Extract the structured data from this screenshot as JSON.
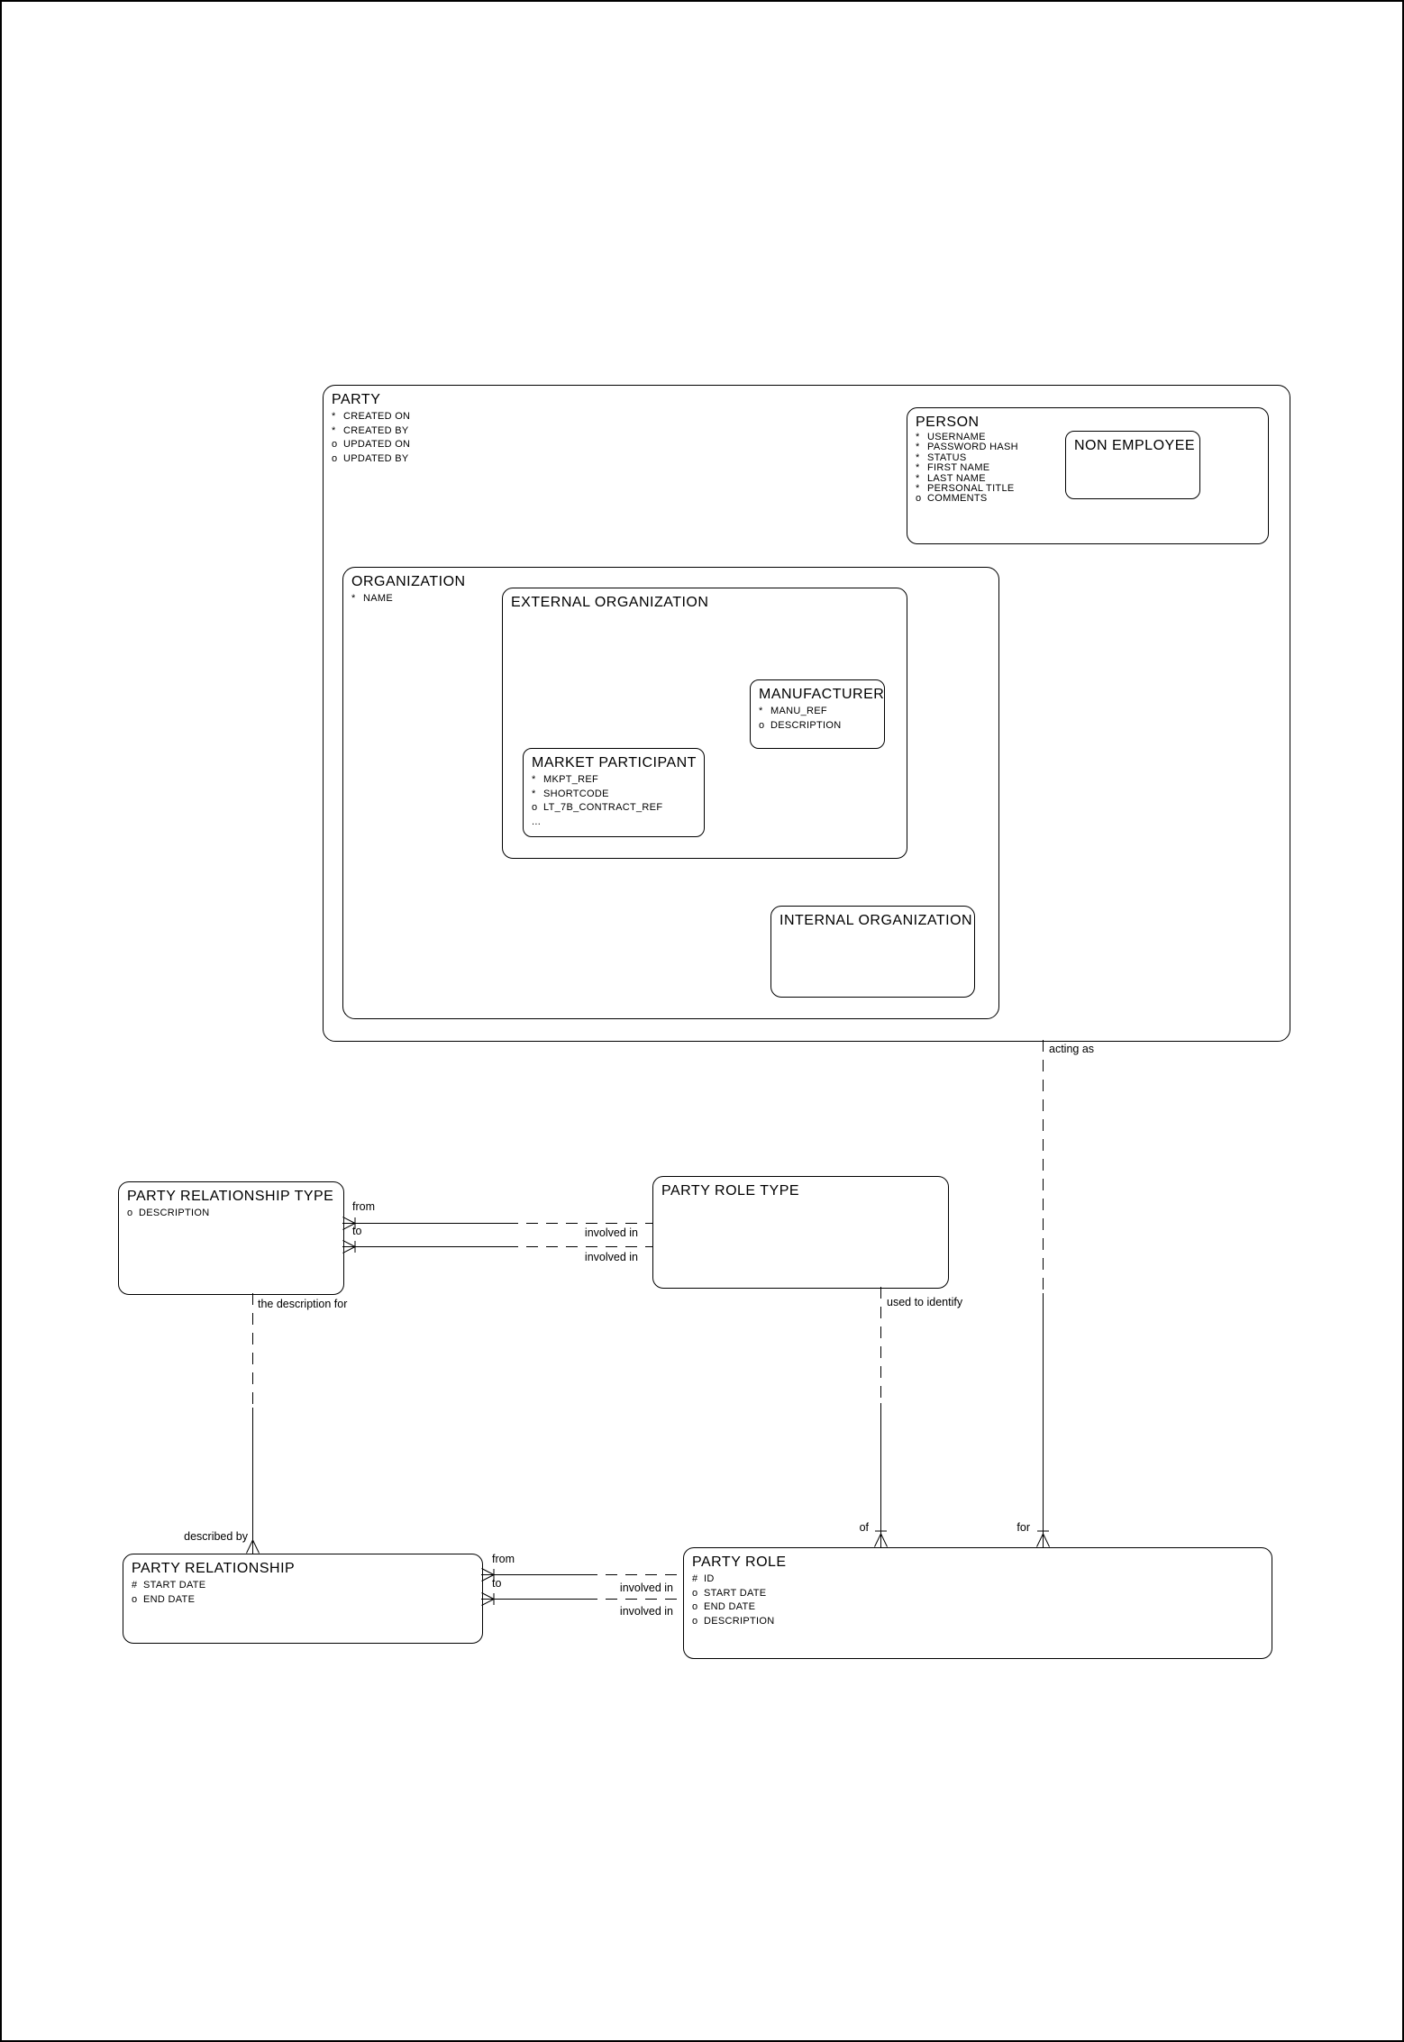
{
  "diagram": {
    "notation": "barker-crow-foot-erd",
    "entities": {
      "party": {
        "title": "PARTY",
        "attributes": [
          {
            "p": "*",
            "n": "CREATED ON"
          },
          {
            "p": "*",
            "n": "CREATED BY"
          },
          {
            "p": "o",
            "n": "UPDATED ON"
          },
          {
            "p": "o",
            "n": "UPDATED BY"
          }
        ]
      },
      "person": {
        "title": "PERSON",
        "attributes": [
          {
            "p": "*",
            "n": "USERNAME"
          },
          {
            "p": "*",
            "n": "PASSWORD HASH"
          },
          {
            "p": "*",
            "n": "STATUS"
          },
          {
            "p": "*",
            "n": "FIRST NAME"
          },
          {
            "p": "*",
            "n": "LAST NAME"
          },
          {
            "p": "*",
            "n": "PERSONAL TITLE"
          },
          {
            "p": "o",
            "n": "COMMENTS"
          }
        ]
      },
      "non_employee": {
        "title": "NON EMPLOYEE",
        "attributes": []
      },
      "organization": {
        "title": "ORGANIZATION",
        "attributes": [
          {
            "p": "*",
            "n": "NAME"
          }
        ]
      },
      "external_organization": {
        "title": "EXTERNAL ORGANIZATION",
        "attributes": []
      },
      "manufacturer": {
        "title": "MANUFACTURER",
        "attributes": [
          {
            "p": "*",
            "n": "MANU_REF"
          },
          {
            "p": "o",
            "n": "DESCRIPTION"
          }
        ]
      },
      "market_participant": {
        "title": "MARKET PARTICIPANT",
        "attributes": [
          {
            "p": "*",
            "n": "MKPT_REF"
          },
          {
            "p": "*",
            "n": "SHORTCODE"
          },
          {
            "p": "o",
            "n": "LT_7B_CONTRACT_REF"
          },
          {
            "p": "...",
            "n": ""
          }
        ]
      },
      "internal_organization": {
        "title": "INTERNAL ORGANIZATION",
        "attributes": []
      },
      "party_relationship_type": {
        "title": "PARTY RELATIONSHIP TYPE",
        "attributes": [
          {
            "p": "o",
            "n": "DESCRIPTION"
          }
        ]
      },
      "party_role_type": {
        "title": "PARTY ROLE TYPE",
        "attributes": []
      },
      "party_relationship": {
        "title": "PARTY RELATIONSHIP",
        "attributes": [
          {
            "p": "#",
            "n": "START DATE"
          },
          {
            "p": "o",
            "n": "END DATE"
          }
        ]
      },
      "party_role": {
        "title": "PARTY ROLE",
        "attributes": [
          {
            "p": "#",
            "n": "ID"
          },
          {
            "p": "o",
            "n": "START DATE"
          },
          {
            "p": "o",
            "n": "END DATE"
          },
          {
            "p": "o",
            "n": "DESCRIPTION"
          }
        ]
      }
    },
    "relationships": [
      {
        "id": "party-party-role",
        "source": "PARTY",
        "target": "PARTY ROLE",
        "source_label": "acting as",
        "target_label": "for",
        "many_at": "PARTY ROLE",
        "uid_bar": true
      },
      {
        "id": "role-type-party-role",
        "source": "PARTY ROLE TYPE",
        "target": "PARTY ROLE",
        "source_label": "used to identify",
        "target_label": "of",
        "many_at": "PARTY ROLE",
        "uid_bar": true
      },
      {
        "id": "rel-type-party-relationship",
        "source": "PARTY RELATIONSHIP TYPE",
        "target": "PARTY RELATIONSHIP",
        "source_label": "the description for",
        "target_label": "described by",
        "many_at": "PARTY RELATIONSHIP",
        "uid_bar": false
      },
      {
        "id": "rel-type-role-type-from",
        "source": "PARTY RELATIONSHIP TYPE",
        "target": "PARTY ROLE TYPE",
        "source_label": "from",
        "target_label": "involved in",
        "many_at": "PARTY RELATIONSHIP TYPE",
        "uid_bar": true
      },
      {
        "id": "rel-type-role-type-to",
        "source": "PARTY RELATIONSHIP TYPE",
        "target": "PARTY ROLE TYPE",
        "source_label": "to",
        "target_label": "involved in",
        "many_at": "PARTY RELATIONSHIP TYPE",
        "uid_bar": true
      },
      {
        "id": "relationship-role-from",
        "source": "PARTY RELATIONSHIP",
        "target": "PARTY ROLE",
        "source_label": "from",
        "target_label": "involved in",
        "many_at": "PARTY RELATIONSHIP",
        "uid_bar": true
      },
      {
        "id": "relationship-role-to",
        "source": "PARTY RELATIONSHIP",
        "target": "PARTY ROLE",
        "source_label": "to",
        "target_label": "involved in",
        "many_at": "PARTY RELATIONSHIP",
        "uid_bar": true
      }
    ]
  }
}
